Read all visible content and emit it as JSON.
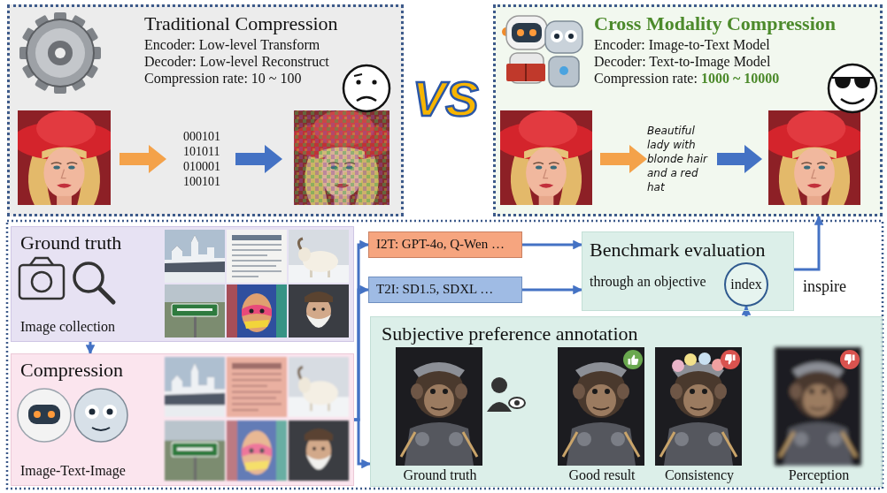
{
  "diagram": {
    "nodes": [
      {
        "text": [
          "Traditional Compression",
          "Encoder: Low-level Transform",
          "Decoder: Low-level Reconstruct",
          "Compression rate: 10 ~ 100"
        ]
      },
      {
        "text": [
          "Cross Modality Compression",
          "Encoder: Image-to-Text Model",
          "Decoder: Text-to-Image Model",
          "Compression rate:",
          "1000 ~ 10000"
        ]
      },
      {
        "text": [
          "Ground truth",
          "Image collection"
        ]
      },
      {
        "text": [
          "Compression",
          "Image-Text-Image"
        ]
      },
      {
        "text": [
          "I2T: GPT-4o, Q-Wen …"
        ]
      },
      {
        "text": [
          "T2I: SD1.5, SDXL …"
        ]
      },
      {
        "text": [
          "Benchmark evaluation",
          "through an objective"
        ]
      },
      {
        "text": [
          "index"
        ],
        "in": 6
      },
      {
        "text": [
          "Subjective preference annotation",
          "Ground truth",
          "Good result",
          "Consistency",
          "Perception"
        ]
      }
    ],
    "edges": [
      {
        "from": 2,
        "to": 3,
        "arrow": "to"
      },
      {
        "from": 3,
        "to": 4,
        "arrow": "to"
      },
      {
        "from": 3,
        "to": 5,
        "arrow": "to"
      },
      {
        "from": 3,
        "to": 8,
        "arrow": "to"
      },
      {
        "from": 4,
        "to": 6,
        "arrow": "to"
      },
      {
        "from": 5,
        "to": 6,
        "arrow": "to"
      },
      {
        "from": 8,
        "to": 7,
        "arrow": "to"
      },
      {
        "from": 6,
        "to": 1,
        "label": "inspire",
        "arrow": "to"
      }
    ],
    "labels": [
      "VS",
      "000101 101011 010001 100101",
      "Beautiful lady with blonde hair and a red hat"
    ]
  }
}
